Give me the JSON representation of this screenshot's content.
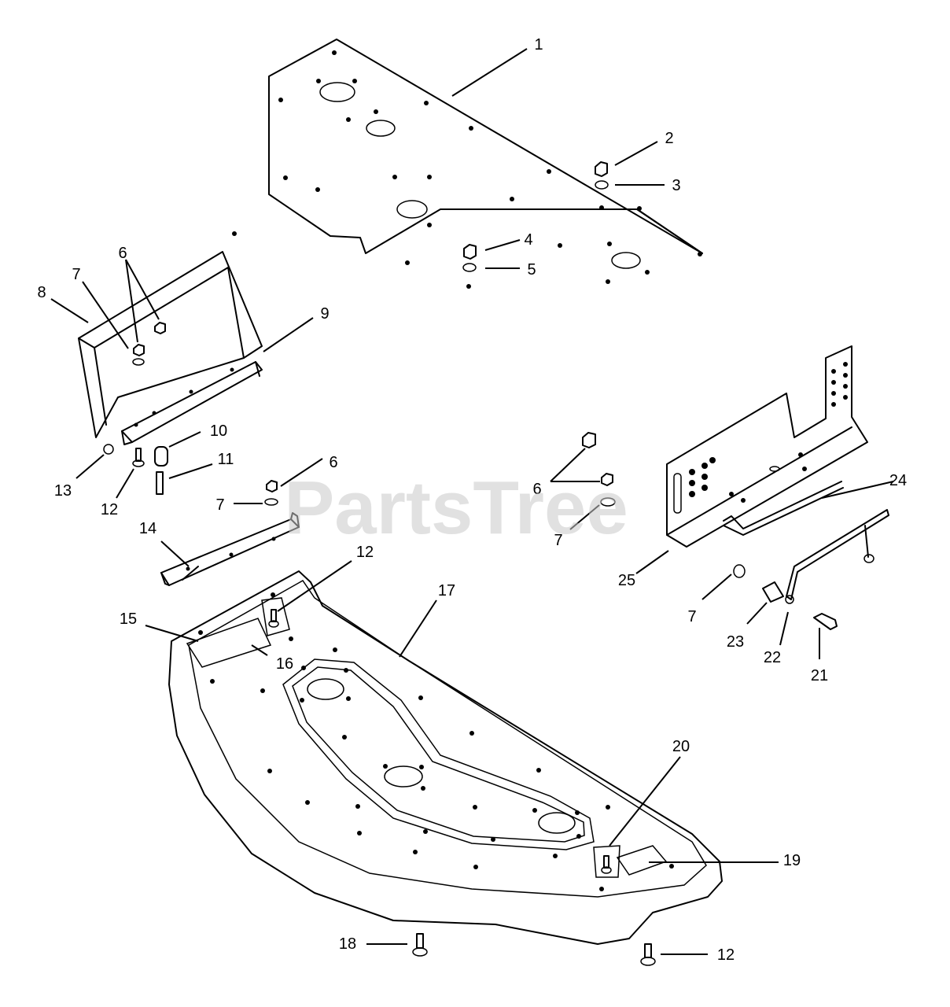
{
  "watermark": "PartsTree",
  "callouts": {
    "c1": "1",
    "c2": "2",
    "c3": "3",
    "c4": "4",
    "c5": "5",
    "c6a": "6",
    "c6b": "6",
    "c6c": "6",
    "c7a": "7",
    "c7b": "7",
    "c7c": "7",
    "c7d": "7",
    "c8": "8",
    "c9": "9",
    "c10": "10",
    "c11": "11",
    "c12a": "12",
    "c12b": "12",
    "c12c": "12",
    "c13": "13",
    "c14": "14",
    "c15": "15",
    "c16": "16",
    "c17": "17",
    "c18": "18",
    "c19": "19",
    "c20": "20",
    "c21": "21",
    "c22": "22",
    "c23": "23",
    "c24": "24",
    "c25": "25"
  }
}
